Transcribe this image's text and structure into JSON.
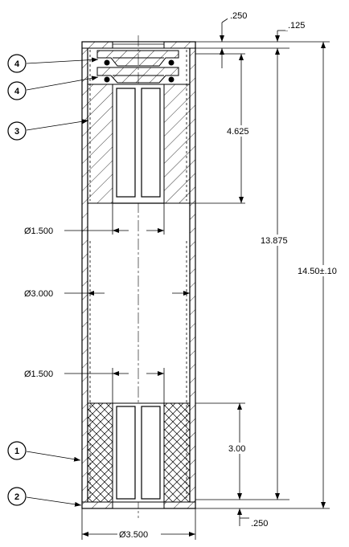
{
  "dimensions": {
    "top_wall": ".250",
    "top_gap": ".125",
    "upper_insert_length": "4.625",
    "overall_inner": "13.875",
    "overall_length": "14.50±.10",
    "upper_bore_dia": "Ø1.500",
    "inner_dia": "Ø3.000",
    "lower_bore_dia": "Ø1.500",
    "lower_insert_length": "3.00",
    "bottom_wall": ".250",
    "outer_dia": "Ø3.500"
  },
  "balloons": [
    {
      "label": "4"
    },
    {
      "label": "4"
    },
    {
      "label": "3"
    },
    {
      "label": "1"
    },
    {
      "label": "2"
    }
  ]
}
